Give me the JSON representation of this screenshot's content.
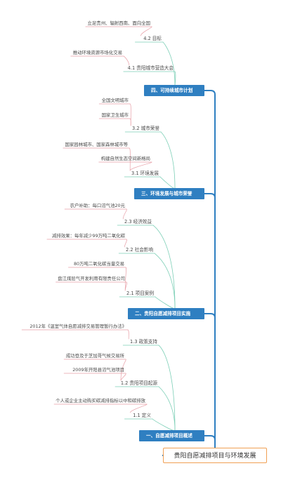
{
  "root": {
    "label": "贵阳自愿减排项目与环境发展"
  },
  "sections": [
    {
      "label": "四、可持续城市计划",
      "subs": [
        {
          "label": "4.2 目标",
          "leaves": [
            "立足贵州、辐射西南、面向全国"
          ]
        },
        {
          "label": "4.1 贵阳城市营造大会",
          "leaves": [
            "推动环境资源市场化交易"
          ]
        }
      ]
    },
    {
      "label": "三、环境发展与城市荣誉",
      "subs": [
        {
          "label": "3.2 城市荣誉",
          "leaves": [
            "全国文明城市",
            "国家卫生城市"
          ]
        },
        {
          "label": "3.1 环境发展",
          "leaves": [
            "国家园林城市、国家森林城市等",
            "构建自然生态空间新格局"
          ]
        }
      ]
    },
    {
      "label": "二、贵阳自愿减排项目实施",
      "subs": [
        {
          "label": "2.3 经济效益",
          "leaves": [
            "农户补助：每口沼气池20元"
          ]
        },
        {
          "label": "2.2 社会影响",
          "leaves": [
            "减排效果：每年减少99万吨二氧化碳"
          ]
        },
        {
          "label": "2.1 项目案例",
          "leaves": [
            "80万吨二氧化碳当量交易",
            "盘江煤层气开发利用有限责任公司"
          ]
        }
      ]
    },
    {
      "label": "一、自愿减排项目概述",
      "subs": [
        {
          "label": "1.3 政策支持",
          "leaves": [
            "2012年《温室气体自愿减排交易管理暂行办法》"
          ]
        },
        {
          "label": "1.2 贵阳项目起源",
          "leaves": [
            "成功登及于芝加哥气候交易所",
            "2009年开阳县沼气池项目"
          ]
        },
        {
          "label": "1.1 定义",
          "leaves": [
            "个人或企业主动购买碳减排指标以中和碳排放"
          ]
        }
      ]
    }
  ],
  "colors": {
    "section_fill": "#2f7fc1",
    "root_border": "#f0a054",
    "branch_line": "#2f7fc1",
    "sub_connector": "#7ccfb6",
    "leaf_connector": "#e8a0a8"
  }
}
